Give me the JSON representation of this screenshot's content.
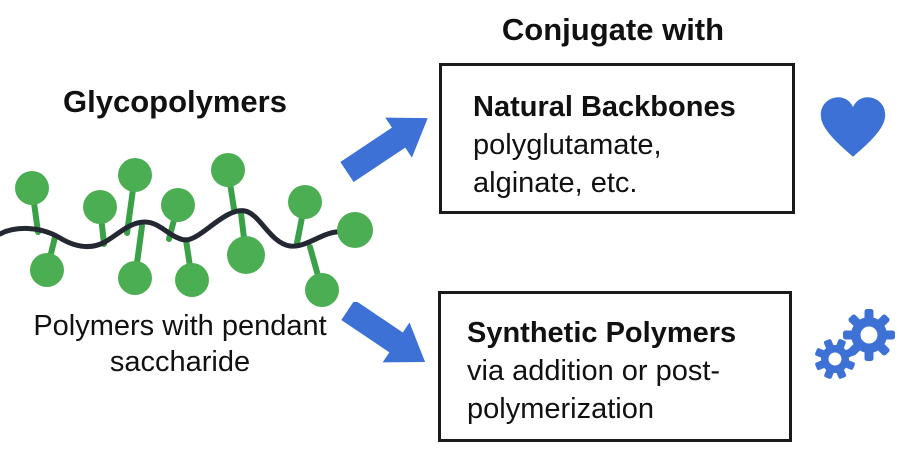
{
  "titles": {
    "left": "Glycopolymers",
    "right": "Conjugate with"
  },
  "molecule": {
    "icon": "glycopolymer-chain-illustration",
    "caption_line1": "Polymers with pendant",
    "caption_line2": "saccharide"
  },
  "arrows": {
    "top": "arrow-up-right-icon",
    "bottom": "arrow-down-right-icon"
  },
  "boxes": [
    {
      "heading": "Natural Backbones",
      "lines": [
        "polyglutamate,",
        "alginate, etc."
      ],
      "icon": "heart-icon"
    },
    {
      "heading": "Synthetic Polymers",
      "lines": [
        "via addition or post-",
        "polymerization"
      ],
      "icon": "gears-icon"
    }
  ],
  "colors": {
    "blue": "#3d71d6",
    "green": "#4cae52",
    "green_stem": "#3ba149",
    "line": "#232833",
    "border": "#1a1a1a",
    "text": "#111111",
    "bg": "#ffffff"
  }
}
